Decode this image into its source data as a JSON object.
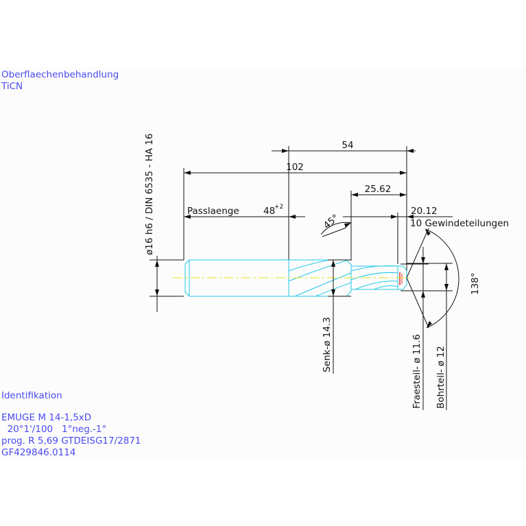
{
  "notes": {
    "surface_title": "Oberflaechenbehandlung",
    "surface_value": "TiCN",
    "ident_title": "Identifikation",
    "ident_lines": [
      "EMUGE   M 14-1,5xD",
      "  20°1'/100   1°neg.-1°",
      "prog. R 5,69   GTDEISG17/2871",
      " GF429846.0114"
    ]
  },
  "dims": {
    "shank_label": "ø16 h6 / DIN 6535 - HA 16",
    "len_54": "54",
    "len_102": "102",
    "len_2562": "25.62",
    "len_2012": "20.12",
    "pass_label": "Passlaenge",
    "pass_value": "48",
    "pass_sup": "+2",
    "chamfer": "45°",
    "threads": "10 Gewindeteilungen",
    "angle": "138°",
    "senk": "Senk-ø 14.3",
    "fraes": "Fraesteil- ø 11.6",
    "bohr": "Bohrteil- ø 12"
  },
  "colors": {
    "text": "#4a4af0",
    "body": "#22c8e6",
    "centerline": "#e6e61e",
    "accent": "#e63232"
  }
}
